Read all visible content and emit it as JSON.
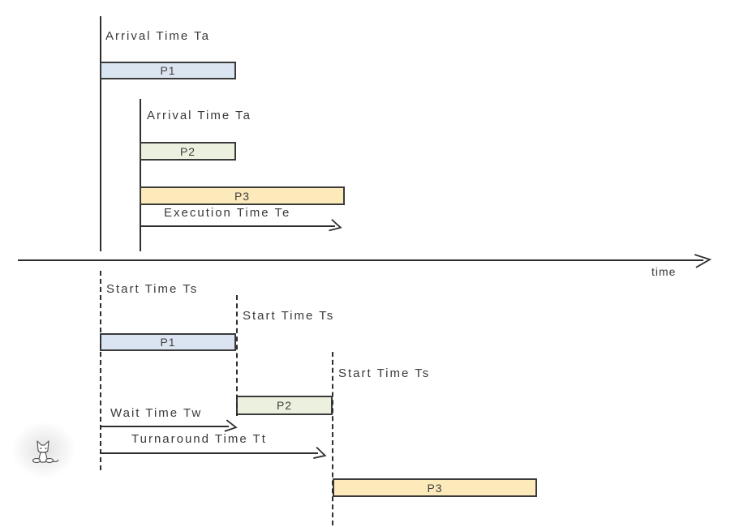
{
  "diagram": {
    "top_section": {
      "arrival_label_1": "Arrival Time Ta",
      "arrival_label_2": "Arrival Time Ta",
      "execution_label": "Execution Time Te",
      "bars": {
        "p1": "P1",
        "p2": "P2",
        "p3": "P3"
      }
    },
    "axis": {
      "label": "time"
    },
    "bottom_section": {
      "start_label_1": "Start Time Ts",
      "start_label_2": "Start Time Ts",
      "start_label_3": "Start Time Ts",
      "wait_label": "Wait Time Tw",
      "turnaround_label": "Turnaround Time Tt",
      "bars": {
        "p1": "P1",
        "p2": "P2",
        "p3": "P3"
      }
    },
    "colors": {
      "p1_fill": "#dbe5f1",
      "p2_fill": "#ebf1de",
      "p3_fill": "#fceabb",
      "stroke": "#333333"
    },
    "icons": {
      "mascot": "pixel-cat-icon"
    }
  }
}
